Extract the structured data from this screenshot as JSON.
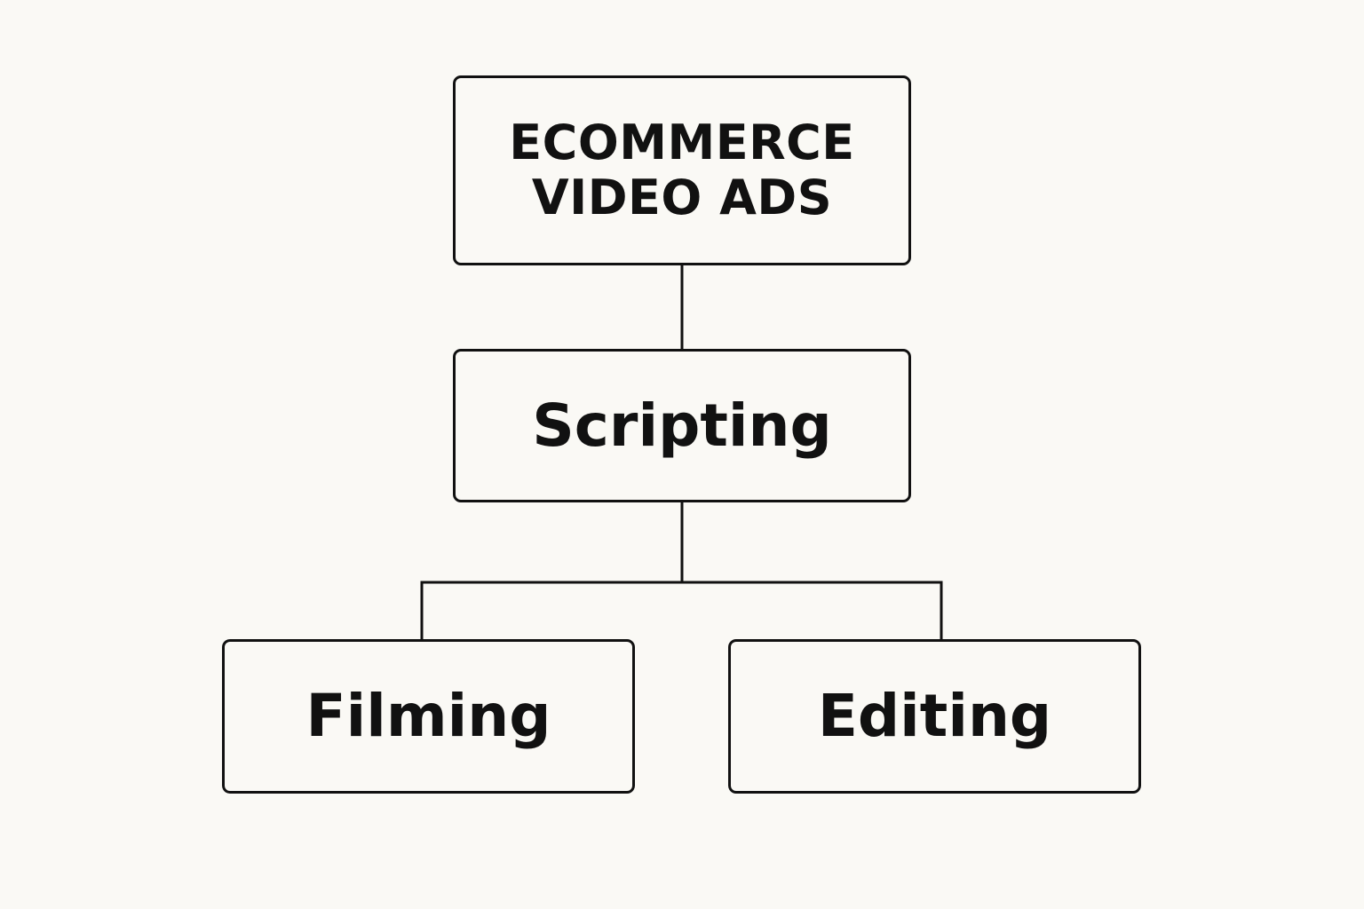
{
  "diagram": {
    "type": "hierarchy",
    "colors": {
      "background": "#faf9f5",
      "stroke": "#111111",
      "text": "#111111"
    },
    "nodes": {
      "root": {
        "label": "ECOMMERCE\nVIDEO ADS"
      },
      "scripting": {
        "label": "Scripting"
      },
      "filming": {
        "label": "Filming"
      },
      "editing": {
        "label": "Editing"
      }
    },
    "edges": [
      {
        "from": "root",
        "to": "scripting"
      },
      {
        "from": "scripting",
        "to": "filming"
      },
      {
        "from": "scripting",
        "to": "editing"
      }
    ]
  }
}
